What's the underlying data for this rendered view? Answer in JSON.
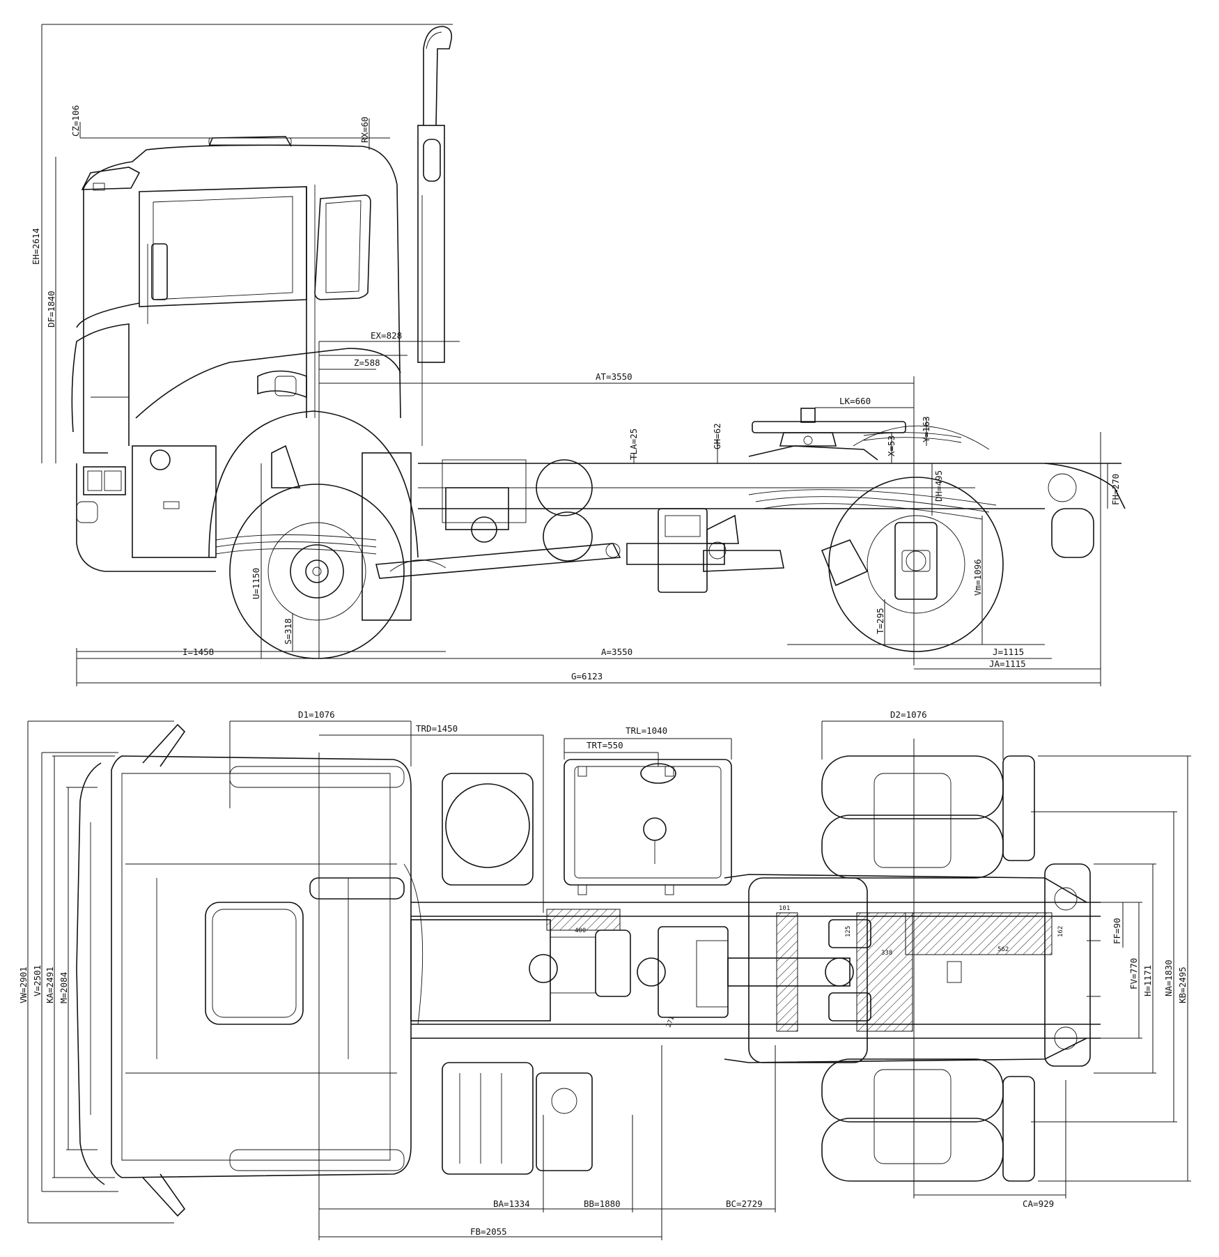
{
  "side_view": {
    "dimensions": {
      "cz": "CZ=106",
      "rx": "RX=60",
      "eh": "EH=2614",
      "df": "DF=1840",
      "ex": "EX=828",
      "z": "Z=588",
      "at": "AT=3550",
      "lk": "LK=660",
      "tla": "TLA=25",
      "gh": "GH=62",
      "x": "X=53",
      "y": "Y=163",
      "dh": "DH=495",
      "fh": "FH=270",
      "u": "U=1150",
      "s": "S=318",
      "vm": "Vm=1096",
      "t": "T=295",
      "i": "I=1458",
      "a": "A=3550",
      "j": "J=1115",
      "ja": "JA=1115",
      "g": "G=6123"
    }
  },
  "top_view": {
    "dimensions": {
      "d1": "D1=1076",
      "trd": "TRD=1450",
      "trl": "TRL=1040",
      "trt": "TRT=550",
      "d2": "D2=1076",
      "vw": "VW=2901",
      "v": "V=2501",
      "ka": "KA=2491",
      "m": "M=2084",
      "ff": "FF=90",
      "fv": "FV=770",
      "h": "H=1171",
      "na": "NA=1830",
      "kb": "KB=2495",
      "ba": "BA=1334",
      "bb": "BB=1880",
      "bc": "BC=2729",
      "ca": "CA=929",
      "fb": "FB=2055",
      "n400": "400",
      "n101": "101",
      "n125": "125",
      "n338": "338",
      "n562": "562",
      "n162": "162",
      "n271": "271"
    }
  }
}
